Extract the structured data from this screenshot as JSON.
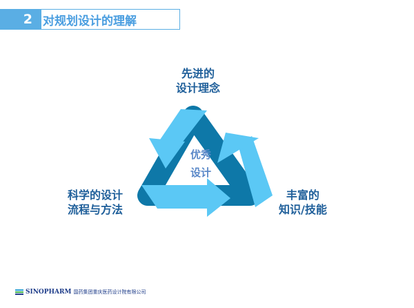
{
  "header": {
    "number": "2",
    "title": "对规划设计的理解"
  },
  "diagram": {
    "top_label": [
      "先进的",
      "设计理念"
    ],
    "left_label": [
      "科学的设计",
      "流程与方法"
    ],
    "right_label": [
      "丰富的",
      "知识/技能"
    ],
    "center_label": [
      "优秀",
      "设计"
    ],
    "colors": {
      "light": "#5bc8f5",
      "dark": "#0e78a8"
    }
  },
  "footer": {
    "brand": "SINOPHARM",
    "company": "国药集团重庆医药设计院有限公司"
  }
}
